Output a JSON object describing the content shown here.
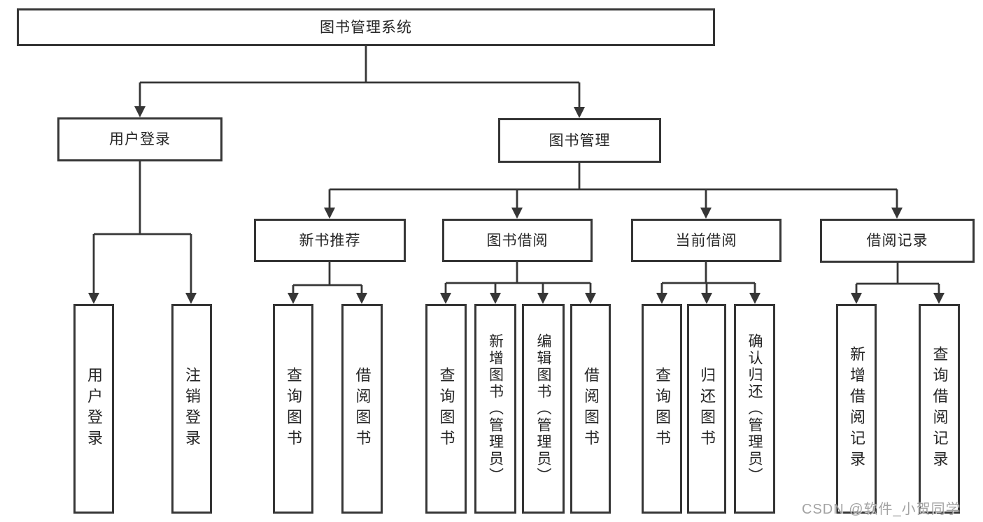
{
  "diagram": {
    "watermark": "CSDN @软件_小贺同学",
    "line_color": "#363636",
    "tree": {
      "root": {
        "label": "图书管理系统"
      },
      "branches": [
        {
          "label": "用户登录",
          "children": [
            "用户登录",
            "注销登录"
          ]
        },
        {
          "label": "图书管理",
          "sections": [
            {
              "label": "新书推荐",
              "children": [
                "查询图书",
                "借阅图书"
              ]
            },
            {
              "label": "图书借阅",
              "children": [
                "查询图书",
                "新增图书（管理员）",
                "编辑图书（管理员）",
                "借阅图书"
              ]
            },
            {
              "label": "当前借阅",
              "children": [
                "查询图书",
                "归还图书",
                "确认归还（管理员）"
              ]
            },
            {
              "label": "借阅记录",
              "children": [
                "新增借阅记录",
                "查询借阅记录"
              ]
            }
          ]
        }
      ]
    }
  }
}
